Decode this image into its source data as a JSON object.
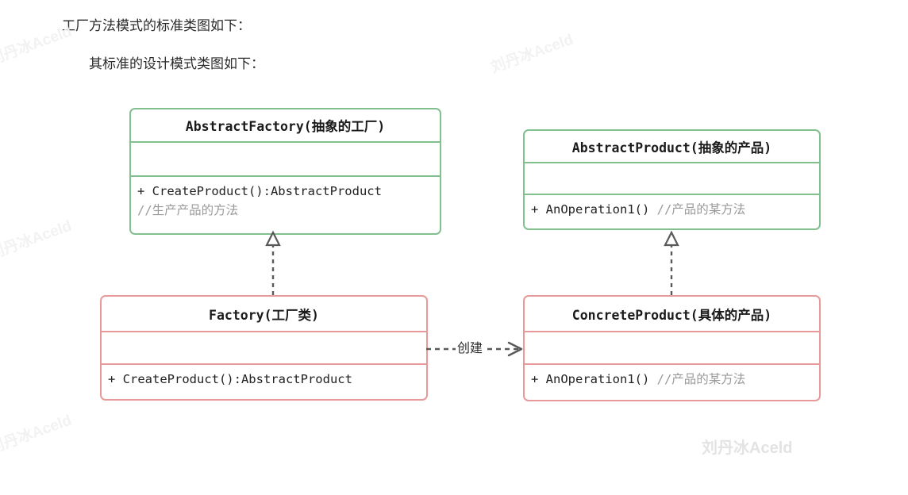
{
  "prose": {
    "line1": "工厂方法模式的标准类图如下：",
    "line2": "其标准的设计模式类图如下："
  },
  "watermark": {
    "text": "刘丹冰Aceld"
  },
  "colors": {
    "abstract_border": "#82c08d",
    "concrete_border": "#e89a9a",
    "text": "#222222",
    "comment": "#9a9a9a",
    "watermark": "#f2f2f2"
  },
  "diagram": {
    "type": "uml-class-diagram",
    "classes": [
      {
        "id": "abstract-factory",
        "name": "AbstractFactory(抽象的工厂)",
        "stereotype": "abstract",
        "border_color": "#82c08d",
        "attributes": [],
        "methods": [
          {
            "signature": "+ CreateProduct():AbstractProduct",
            "comment": ""
          },
          {
            "signature": "",
            "comment": "//生产产品的方法"
          }
        ]
      },
      {
        "id": "abstract-product",
        "name": "AbstractProduct(抽象的产品)",
        "stereotype": "abstract",
        "border_color": "#82c08d",
        "attributes": [],
        "methods": [
          {
            "signature": "+ AnOperation1() ",
            "comment": "//产品的某方法"
          }
        ]
      },
      {
        "id": "factory",
        "name": "Factory(工厂类)",
        "stereotype": "concrete",
        "border_color": "#e89a9a",
        "attributes": [],
        "methods": [
          {
            "signature": "+ CreateProduct():AbstractProduct",
            "comment": ""
          }
        ]
      },
      {
        "id": "concrete-product",
        "name": "ConcreteProduct(具体的产品)",
        "stereotype": "concrete",
        "border_color": "#e89a9a",
        "attributes": [],
        "methods": [
          {
            "signature": "+ AnOperation1() ",
            "comment": "//产品的某方法"
          }
        ]
      }
    ],
    "relations": [
      {
        "id": "factory-realizes-abstractfactory",
        "from": "factory",
        "to": "abstract-factory",
        "kind": "realization",
        "line": "dashed",
        "arrowhead": "hollow-triangle",
        "label": ""
      },
      {
        "id": "concreteproduct-realizes-abstractproduct",
        "from": "concrete-product",
        "to": "abstract-product",
        "kind": "realization",
        "line": "dashed",
        "arrowhead": "hollow-triangle",
        "label": ""
      },
      {
        "id": "factory-creates-concreteproduct",
        "from": "factory",
        "to": "concrete-product",
        "kind": "dependency",
        "line": "dashed",
        "arrowhead": "open",
        "label": "创建"
      }
    ]
  }
}
